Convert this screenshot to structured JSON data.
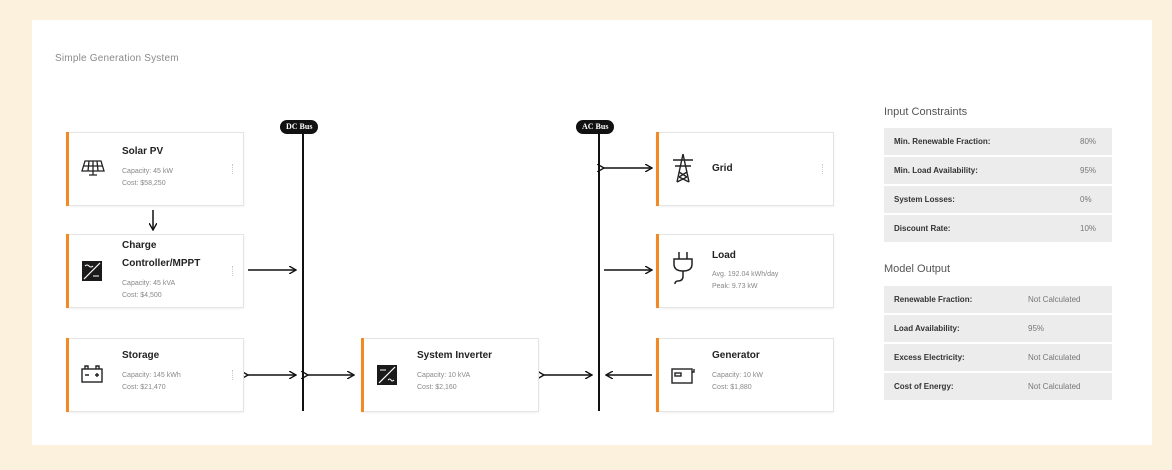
{
  "title": "Simple Generation System",
  "buses": {
    "dc": "DC Bus",
    "ac": "AC Bus"
  },
  "components": {
    "solar": {
      "name": "Solar PV",
      "line1": "Capacity: 45 kW",
      "line2": "Cost: $58,250",
      "icon": "solar-panel-icon"
    },
    "charge": {
      "name1": "Charge",
      "name2": "Controller/MPPT",
      "line1": "Capacity: 45 kVA",
      "line2": "Cost: $4,500",
      "icon": "charge-controller-icon"
    },
    "storage": {
      "name": "Storage",
      "line1": "Capacity: 145 kWh",
      "line2": "Cost: $21,470",
      "icon": "battery-icon"
    },
    "inverter": {
      "name": "System Inverter",
      "line1": "Capacity: 10 kVA",
      "line2": "Cost: $2,160",
      "icon": "inverter-icon"
    },
    "grid": {
      "name": "Grid",
      "icon": "transmission-tower-icon"
    },
    "load": {
      "name": "Load",
      "line1": "Avg. 192.04 kWh/day",
      "line2": "Peak: 9.73 kW",
      "icon": "plug-icon"
    },
    "generator": {
      "name": "Generator",
      "line1": "Capacity: 10 kW",
      "line2": "Cost: $1,880",
      "icon": "generator-icon"
    }
  },
  "input_constraints": {
    "title": "Input Constraints",
    "rows": [
      {
        "label": "Min. Renewable Fraction:",
        "value": "80%"
      },
      {
        "label": "Min. Load Availability:",
        "value": "95%"
      },
      {
        "label": "System Losses:",
        "value": "0%"
      },
      {
        "label": "Discount Rate:",
        "value": "10%"
      }
    ]
  },
  "model_output": {
    "title": "Model Output",
    "rows": [
      {
        "label": "Renewable Fraction:",
        "value": "Not Calculated"
      },
      {
        "label": "Load Availability:",
        "value": "95%"
      },
      {
        "label": "Excess Electricity:",
        "value": "Not Calculated"
      },
      {
        "label": "Cost of Energy:",
        "value": "Not Calculated"
      }
    ]
  }
}
